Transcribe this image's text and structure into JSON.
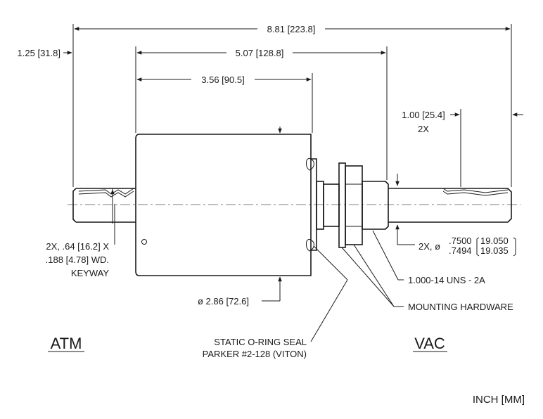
{
  "dimensions": {
    "overall": "8.81 [223.8]",
    "atm_shaft": "1.25 [31.8]",
    "to_flange": "5.07 [128.8]",
    "body_length": "3.56 [90.5]",
    "vac_shaft_line1": "1.00 [25.4]",
    "vac_shaft_line2": "2X",
    "keyway_line1": "2X, .64 [16.2] X",
    "keyway_line2": ".188 [4.78] WD.",
    "keyway_line3": "KEYWAY",
    "body_dia": "ø 2.86 [72.6]",
    "shaft_dia_prefix": "2X, ø",
    "shaft_dia_in_max": ".7500",
    "shaft_dia_in_min": ".7494",
    "shaft_dia_mm_max": "19.050",
    "shaft_dia_mm_min": "19.035"
  },
  "callouts": {
    "thread": "1.000-14 UNS - 2A",
    "hardware": "MOUNTING HARDWARE",
    "seal_line1": "STATIC O-RING SEAL",
    "seal_line2": "PARKER #2-128 (VITON)"
  },
  "sides": {
    "atm": "ATM",
    "vac": "VAC"
  },
  "units": "INCH [MM]"
}
